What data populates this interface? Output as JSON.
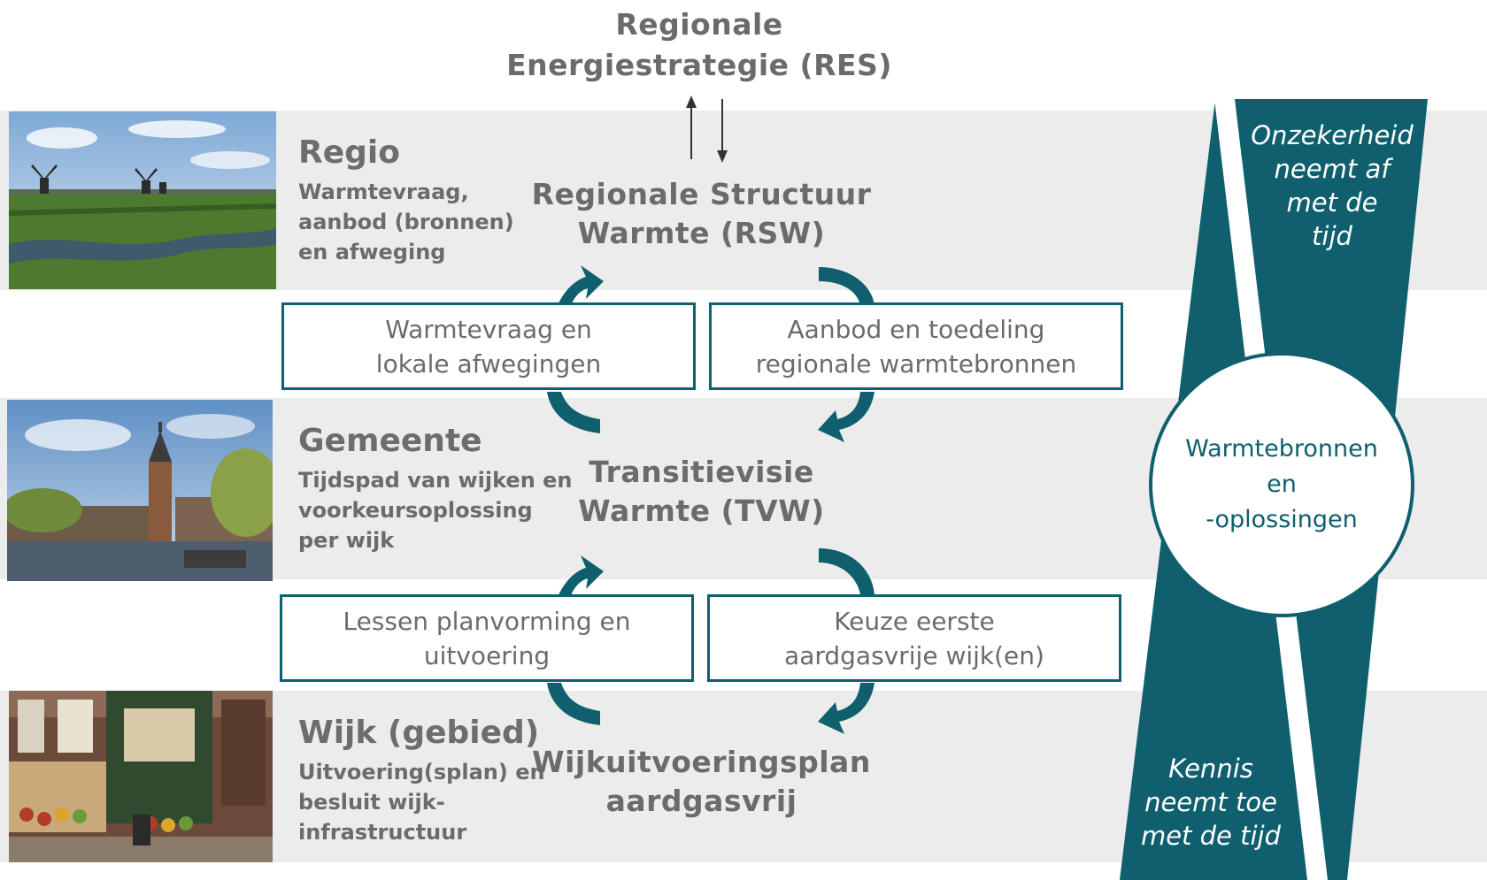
{
  "top": {
    "title": "Regionale\nEnergiestrategie (RES)"
  },
  "levels": [
    {
      "title": "Regio",
      "description": "Warmtevraag,\naanbod (bronnen)\nen afweging",
      "photo_icon": "windmills-landscape-photo"
    },
    {
      "title": "Gemeente",
      "description": "Tijdspad van wijken en\nvoorkeursoplossing\nper wijk",
      "photo_icon": "city-canal-tower-photo"
    },
    {
      "title": "Wijk (gebied)",
      "description": "Uitvoering(splan) en\nbesluit wijk-\ninfrastructuur",
      "photo_icon": "street-shop-photo"
    }
  ],
  "center": [
    {
      "title": "Regionale Structuur\nWarmte (RSW)"
    },
    {
      "title": "Transitievisie\nWarmte (TVW)"
    },
    {
      "title": "Wijkuitvoeringsplan\naardgasvrij"
    }
  ],
  "boxes": {
    "upper_left": "Warmtevraag en\nlokale afwegingen",
    "upper_right": "Aanbod en toedeling\nregionale warmtebronnen",
    "lower_left": "Lessen planvorming en\nuitvoering",
    "lower_right": "Keuze eerste\naardgasvrije wijk(en)"
  },
  "side": {
    "top_text": "Onzekerheid\nneemt af\nmet de\ntijd",
    "bottom_text": "Kennis\nneemt toe\nmet de tijd",
    "circle_text": "Warmtebronnen\nen\n-oplossingen"
  },
  "colors": {
    "accent": "#0f5f6e",
    "band": "#ececec",
    "text": "#6b6b6b"
  }
}
